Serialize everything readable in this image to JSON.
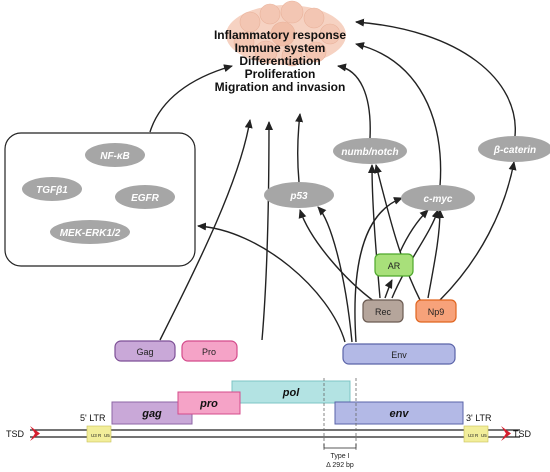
{
  "outcomes": [
    "Inflammatory response",
    "Immune system",
    "Differentiation",
    "Proliferation",
    "Migration and invasion"
  ],
  "pathway_box": {
    "items": [
      "NF-κB",
      "TGFβ1",
      "EGFR",
      "MEK-ERK1/2"
    ]
  },
  "targets": {
    "p53": "p53",
    "numb_notch": "numb/notch",
    "cmyc": "c-myc",
    "bcatenin": "β-caterin"
  },
  "genes_small": {
    "ar": "AR",
    "rec": "Rec",
    "np9": "Np9"
  },
  "proteins": {
    "gag": "Gag",
    "pro": "Pro",
    "env": "Env"
  },
  "genome": {
    "tsd_left": "TSD",
    "tsd_right": "TSD",
    "ltr5": "5' LTR",
    "ltr3": "3' LTR",
    "ltr_segments": [
      "U3",
      "R",
      "U5"
    ],
    "gag": "gag",
    "pro": "pro",
    "pol": "pol",
    "env": "env",
    "deletion_type": "Type I",
    "deletion_size": "Δ 292 bp"
  },
  "colors": {
    "gray_node": "#a6a6a6",
    "gag": "#c9a8d8",
    "pro": "#f5a3c7",
    "env": "#b3b9e6",
    "ar": "#a8e07a",
    "rec": "#b5a59b",
    "np9": "#f7a27a",
    "pol": "#b3e3e3",
    "ltr": "#f2ee9a",
    "tsd": "#d6202f"
  }
}
